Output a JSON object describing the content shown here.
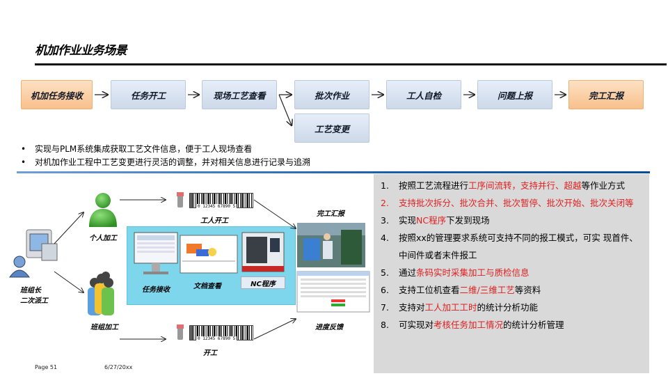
{
  "title": "机加作业业务场景",
  "flow": {
    "steps": [
      {
        "label": "机加任务接收",
        "style": "orange"
      },
      {
        "label": "任务开工",
        "style": "blue"
      },
      {
        "label": "现场工艺查看",
        "style": "blue"
      },
      {
        "label": "批次作业",
        "style": "blue"
      },
      {
        "label": "工人自检",
        "style": "blue"
      },
      {
        "label": "问题上报",
        "style": "blue"
      },
      {
        "label": "完工汇报",
        "style": "orange"
      }
    ],
    "branch": {
      "label": "工艺变更"
    }
  },
  "bullets": [
    "实现与PLM系统集成获取工艺文件信息，便于工人现场查看",
    "对机加作业工程中工艺变更进行灵活的调整，并对相关信息进行记录与追溯"
  ],
  "diagram": {
    "team_leader": "班组长\n二次派工",
    "team_leader_line1": "班组长",
    "team_leader_line2": "二次派工",
    "individual": "个人加工",
    "team": "班组加工",
    "worker_start": "工人开工",
    "start": "开工",
    "task_receive": "任务接收",
    "doc_view": "文档查看",
    "nc_program": "NC程序",
    "completion": "完工汇报",
    "progress": "进度反馈",
    "barcode_digits": "0 12345 67890 5"
  },
  "right_list": [
    {
      "num": "1.",
      "parts": [
        {
          "t": "按照工艺流程进行"
        },
        {
          "t": "工序间流转，支持并行、超越",
          "hl": true
        },
        {
          "t": "等作业方式"
        }
      ]
    },
    {
      "num": "2.",
      "parts": [
        {
          "t": "支持批次拆分、批次合并、批次暂停、批次开始、批次关闭等",
          "hl": true
        }
      ]
    },
    {
      "num": "3.",
      "parts": [
        {
          "t": "实现"
        },
        {
          "t": "NC程序",
          "hl": true
        },
        {
          "t": "下发到现场"
        }
      ]
    },
    {
      "num": "4.",
      "parts": [
        {
          "t": "按照xx的管理要求系统可支持不同的报工模式，可实 现首件、中间件或者末件报工"
        }
      ]
    },
    {
      "num": "5.",
      "parts": [
        {
          "t": "通过"
        },
        {
          "t": "条码实时采集加工与质检信息",
          "hl": true
        }
      ]
    },
    {
      "num": "6.",
      "parts": [
        {
          "t": "支持工位机查看"
        },
        {
          "t": "二维/三维工艺",
          "hl": true
        },
        {
          "t": "等资料"
        }
      ]
    },
    {
      "num": "7.",
      "parts": [
        {
          "t": "支持对"
        },
        {
          "t": "工人加工工时",
          "hl": true
        },
        {
          "t": "的统计分析功能"
        }
      ]
    },
    {
      "num": "8.",
      "parts": [
        {
          "t": "可实现对"
        },
        {
          "t": "考核任务加工情况",
          "hl": true
        },
        {
          "t": "的统计分析管理"
        }
      ]
    }
  ],
  "footer": {
    "page": "Page 51",
    "date": "6/27/20xx"
  },
  "colors": {
    "accent_red": "#e02020",
    "cyan_panel": "#7ed6ec",
    "step_orange": "#f8c08c",
    "step_blue": "#cdd9ea"
  }
}
